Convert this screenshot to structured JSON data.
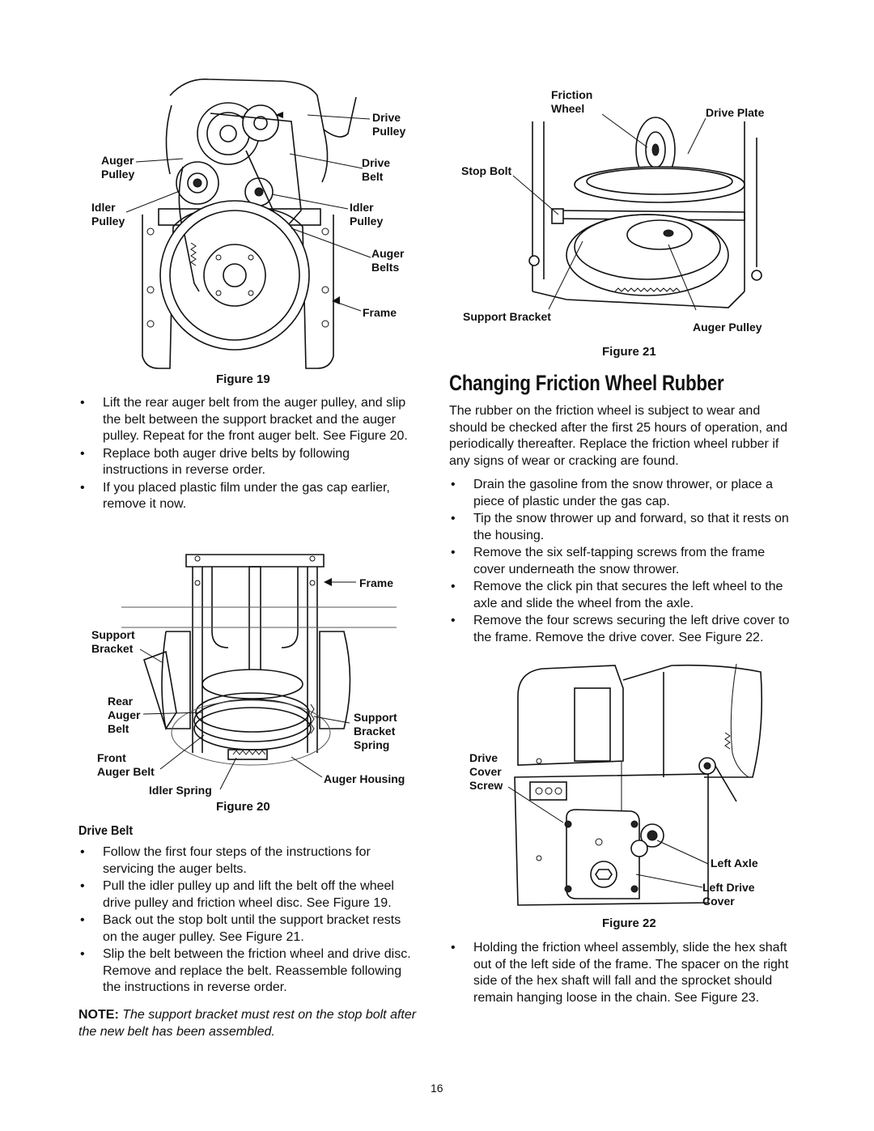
{
  "figure19": {
    "caption": "Figure 19",
    "labels": {
      "drive_pulley": "Drive\nPulley",
      "auger_pulley": "Auger\nPulley",
      "drive_belt": "Drive\nBelt",
      "idler_pulley_left": "Idler\nPulley",
      "idler_pulley_right": "Idler\nPulley",
      "auger_belts": "Auger\nBelts",
      "frame": "Frame"
    }
  },
  "steps_top": [
    "Lift the rear auger belt from the auger pulley, and slip the belt between the support bracket and the auger pulley. Repeat for the front auger belt. See Figure 20.",
    "Replace both auger drive belts by following instructions in reverse order.",
    "If you placed plastic film under the gas cap earlier, remove it now."
  ],
  "figure20": {
    "caption": "Figure 20",
    "labels": {
      "frame": "Frame",
      "support_bracket": "Support\nBracket",
      "rear_auger_belt": "Rear\nAuger\nBelt",
      "support_bracket_spring": "Support\nBracket\nSpring",
      "front_auger_belt": "Front\nAuger Belt",
      "auger_housing": "Auger Housing",
      "idler_spring": "Idler Spring"
    }
  },
  "drive_belt_section": {
    "heading": "Drive Belt",
    "steps": [
      "Follow the first four steps of the instructions for servicing the auger belts.",
      "Pull the idler pulley up and lift the belt off the wheel drive pulley and friction wheel disc. See Figure 19.",
      "Back out the stop bolt until the support bracket rests on the auger pulley. See Figure 21.",
      "Slip the belt between the friction wheel and drive disc. Remove and replace the belt. Reassemble following the instructions in reverse order."
    ],
    "note_label": "NOTE:",
    "note_text": "The support bracket must rest on the stop bolt after the new belt has been assembled."
  },
  "figure21": {
    "caption": "Figure 21",
    "labels": {
      "friction_wheel": "Friction\nWheel",
      "drive_plate": "Drive Plate",
      "stop_bolt": "Stop Bolt",
      "support_bracket": "Support Bracket",
      "auger_pulley": "Auger Pulley"
    }
  },
  "friction_section": {
    "heading": "Changing Friction Wheel Rubber",
    "intro": "The rubber on the friction wheel is subject to wear and should be checked after the first 25 hours of operation, and periodically thereafter. Replace the friction wheel rubber if any signs of wear or cracking are found.",
    "steps": [
      "Drain the gasoline from the snow thrower, or place a piece of plastic under the gas cap.",
      "Tip the snow thrower up and forward, so that it rests on the housing.",
      "Remove the six self-tapping screws from the frame cover underneath the snow thrower.",
      "Remove the click pin that secures the left wheel to the axle and slide the wheel from the axle.",
      "Remove the four screws securing the left drive cover to the frame. Remove the drive cover. See Figure 22."
    ]
  },
  "figure22": {
    "caption": "Figure 22",
    "labels": {
      "drive_cover_screw": "Drive\nCover\nScrew",
      "left_axle": "Left Axle",
      "left_drive_cover": "Left Drive\nCover"
    }
  },
  "steps_bottom": [
    "Holding the friction wheel assembly, slide the hex shaft out of the left side of the frame. The spacer on the right side of the hex shaft will fall and the sprocket should remain hanging loose in the chain. See Figure 23."
  ],
  "page_number": "16"
}
